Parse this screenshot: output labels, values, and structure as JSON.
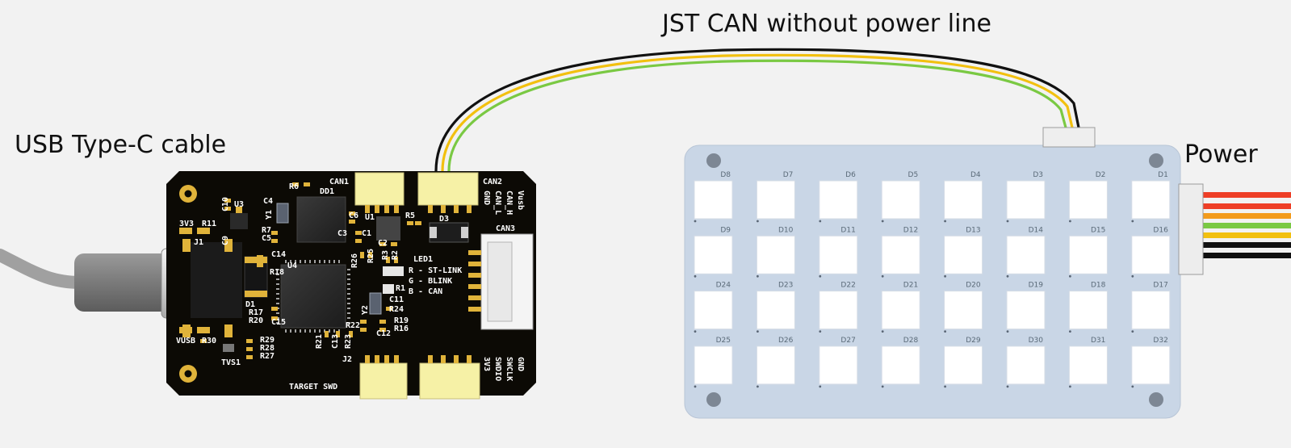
{
  "labels": {
    "usb_cable": "USB Type-C cable",
    "can_link": "JST CAN without power line",
    "power": "Power"
  },
  "board": {
    "connectors": {
      "can1": "CAN1",
      "can2": "CAN2",
      "can3": "CAN3",
      "j2": "J2",
      "j1": "J1",
      "target_swd": "TARGET SWD"
    },
    "can2_pins": [
      "GND",
      "CAN_L",
      "CAN_H",
      "Vusb"
    ],
    "swd_pins": [
      "3V3",
      "SWDIO",
      "SWCLK",
      "GND"
    ],
    "led_legend": {
      "title": "LED1",
      "lines": [
        "R - ST-LINK",
        "G - BLINK",
        "B - CAN"
      ]
    },
    "silk": {
      "3v3": "3V3",
      "vusb": "VUSB",
      "d3": "D3",
      "dd1": "DD1",
      "u1": "U1",
      "u3": "U3",
      "u4": "U4",
      "y1": "Y1",
      "y2": "Y2",
      "d1": "D1",
      "tvs1": "TVS1",
      "r6": "R6",
      "r11": "R11",
      "r7": "R7",
      "r5": "R5",
      "r18": "R18",
      "r17": "R17",
      "r20": "R20",
      "r29": "R29",
      "r28": "R28",
      "r27": "R27",
      "r30": "R30",
      "r26": "R26",
      "r25": "R25",
      "r3": "R3",
      "r2": "R2",
      "r1": "R1",
      "r24": "R24",
      "r22": "R22",
      "r21": "R21",
      "r23": "R23",
      "r19": "R19",
      "r16": "R16",
      "c10": "C10",
      "c9": "C9",
      "c4": "C4",
      "c5": "C5",
      "c6": "C6",
      "c3": "C3",
      "c1": "C1",
      "c2": "C2",
      "c14": "C14",
      "c15": "C15",
      "c11": "C11",
      "c12": "C12",
      "c13": "C13"
    }
  },
  "led_panel": {
    "rows": [
      [
        "D8",
        "D7",
        "D6",
        "D5",
        "D4",
        "D3",
        "D2",
        "D1"
      ],
      [
        "D9",
        "D10",
        "D11",
        "D12",
        "D13",
        "D14",
        "D15",
        "D16"
      ],
      [
        "D24",
        "D23",
        "D22",
        "D21",
        "D20",
        "D19",
        "D18",
        "D17"
      ],
      [
        "D25",
        "D26",
        "D27",
        "D28",
        "D29",
        "D30",
        "D31",
        "D32"
      ]
    ]
  },
  "colors": {
    "background": "#f2f2f2",
    "pcb": "#0c0a05",
    "pad_gold": "#e0b33a",
    "panel": "#c9d6e6",
    "led": "#ffffff",
    "connector": "#f6f1a6",
    "wire_black": "#111111",
    "wire_yellow": "#f2c00f",
    "wire_green": "#7ac943",
    "wire_red": "#ee3e26",
    "wire_orange": "#f39b1c",
    "cable_gray": "#8a8a8a"
  }
}
